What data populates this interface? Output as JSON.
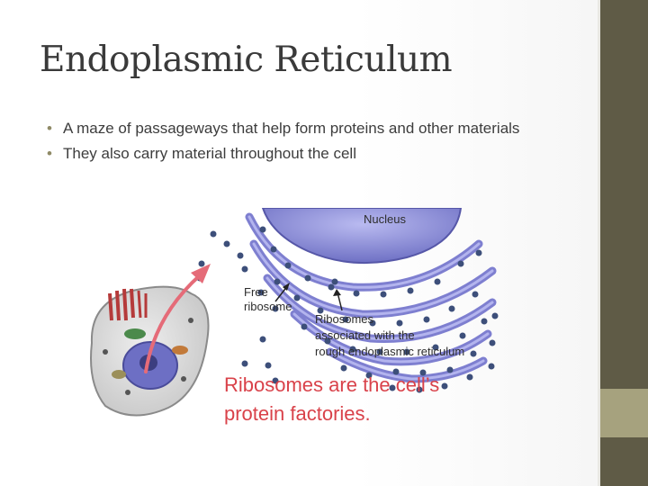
{
  "slide": {
    "title": "Endoplasmic Reticulum",
    "bullets": [
      "A maze of passageways that help form proteins and other materials",
      "They also carry material throughout the cell"
    ]
  },
  "figure": {
    "labels": {
      "nucleus": "Nucleus",
      "free_ribosome_line1": "Free",
      "free_ribosome_line2": "ribosome",
      "assoc_line1": "Ribosomes",
      "assoc_line2": "associated with the",
      "assoc_line3": "rough endoplasmic reticulum"
    },
    "caption_line1": "Ribosomes are the cell’s",
    "caption_line2": "protein factories."
  },
  "colors": {
    "sidebar": "#5f5b46",
    "sidebar_accent": "#a6a27e",
    "bullet": "#8f8a66",
    "caption": "#d9424a",
    "er_membrane": "#7e7fd0",
    "ribosome": "#3d4f7a"
  }
}
